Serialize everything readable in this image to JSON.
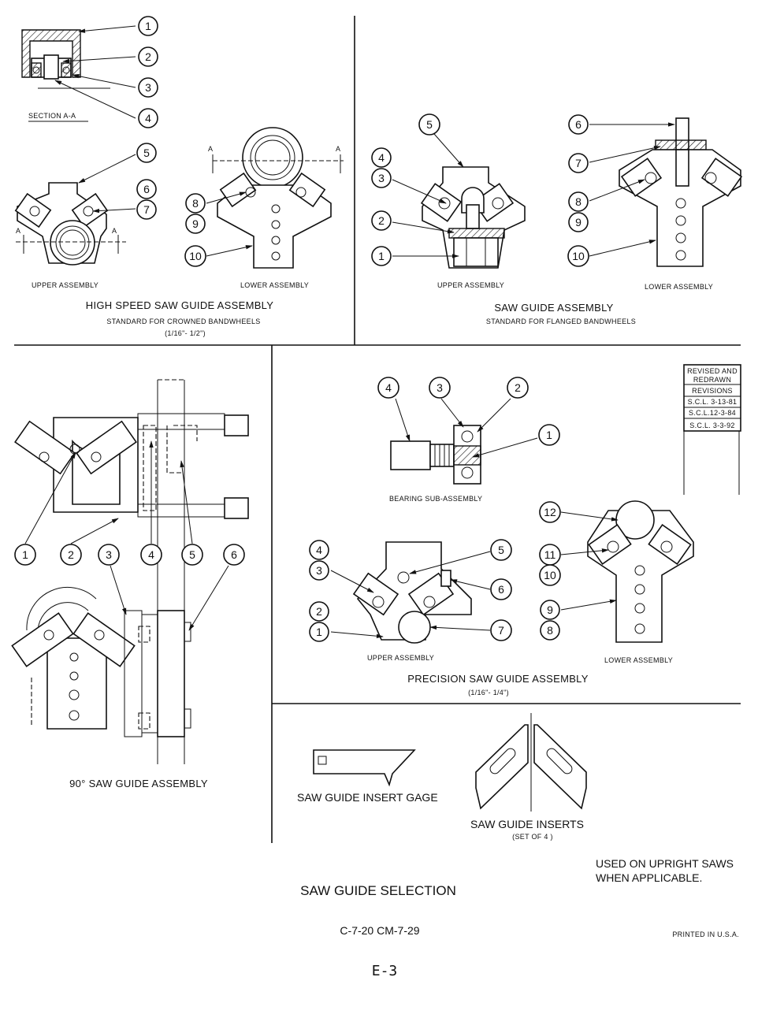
{
  "quadrants": {
    "high_speed": {
      "section_label": "SECTION A-A",
      "callouts_section": [
        "1",
        "2",
        "3",
        "4"
      ],
      "callouts_upper": [
        "5",
        "6",
        "7"
      ],
      "callouts_lower": [
        "8",
        "9",
        "10"
      ],
      "section_mark": "A",
      "upper_label": "UPPER ASSEMBLY",
      "lower_label": "LOWER ASSEMBLY",
      "title": "HIGH SPEED SAW GUIDE ASSEMBLY",
      "subtitle": "STANDARD FOR CROWNED BANDWHEELS",
      "range": "(1/16\"- 1/2\")"
    },
    "saw_guide": {
      "callouts_upper": [
        "5",
        "4",
        "3",
        "2",
        "1"
      ],
      "callouts_lower": [
        "6",
        "7",
        "8",
        "9",
        "10"
      ],
      "upper_label": "UPPER ASSEMBLY",
      "lower_label": "LOWER ASSEMBLY",
      "title": "SAW GUIDE ASSEMBLY",
      "subtitle": "STANDARD FOR FLANGED BANDWHEELS"
    },
    "ninety": {
      "callouts": [
        "1",
        "2",
        "3",
        "4",
        "5",
        "6"
      ],
      "title": "90° SAW GUIDE ASSEMBLY"
    },
    "precision": {
      "bearing_callouts": [
        "4",
        "3",
        "2",
        "1"
      ],
      "bearing_label": "BEARING SUB-ASSEMBLY",
      "callouts_upper_left": [
        "4",
        "3",
        "2",
        "1"
      ],
      "callouts_upper_right": [
        "5",
        "6",
        "7"
      ],
      "callouts_lower": [
        "12",
        "11",
        "10",
        "9",
        "8"
      ],
      "upper_label": "UPPER ASSEMBLY",
      "lower_label": "LOWER ASSEMBLY",
      "title": "PRECISION SAW GUIDE ASSEMBLY",
      "range": "(1/16\"- 1/4\")"
    },
    "inserts": {
      "gage_label": "SAW GUIDE INSERT GAGE",
      "inserts_label": "SAW GUIDE INSERTS",
      "inserts_sub": "(SET OF 4 )"
    }
  },
  "revisions": {
    "header": [
      "REVISED AND",
      "REDRAWN"
    ],
    "title": "REVISIONS",
    "rows": [
      "S.C.L. 3-13-81",
      "S.C.L.12-3-84",
      "S.C.L. 3-3-92"
    ]
  },
  "footer": {
    "note_line1": "USED ON UPRIGHT SAWS",
    "note_line2": "WHEN APPLICABLE.",
    "title": "SAW GUIDE SELECTION",
    "codes": "C-7-20   CM-7-29",
    "printed": "PRINTED IN U.S.A.",
    "page": "E-3"
  }
}
